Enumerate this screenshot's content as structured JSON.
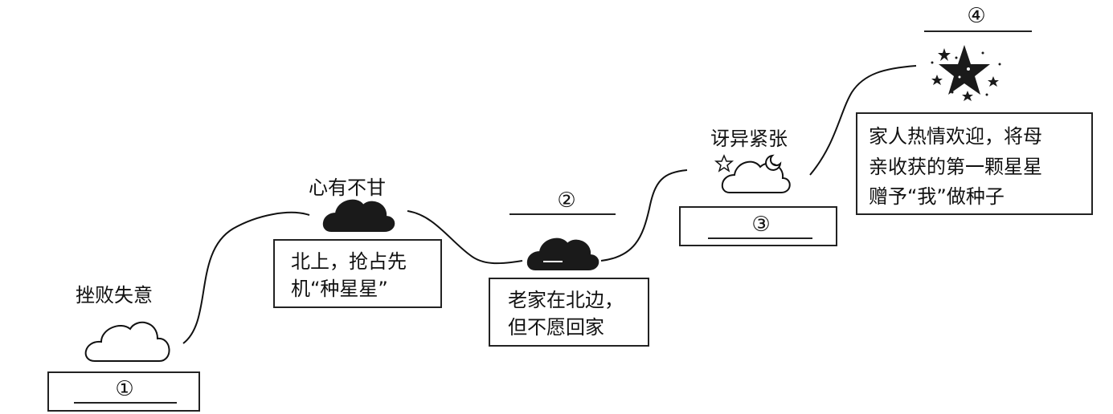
{
  "stages": [
    {
      "number": "①",
      "feeling": "挫败失意",
      "event": ""
    },
    {
      "number": "",
      "feeling": "心有不甘",
      "event_lines": [
        "北上，抢占先",
        "机“种星星”"
      ]
    },
    {
      "number": "②",
      "feeling": "",
      "event_lines": [
        "老家在北边，",
        "但不愿回家"
      ]
    },
    {
      "number": "③",
      "feeling": "讶异紧张",
      "event": ""
    },
    {
      "number": "④",
      "feeling": "",
      "event_lines": [
        "家人热情欢迎，将母",
        "亲收获的第一颗星星",
        "赠予“我”做种子"
      ]
    }
  ],
  "icons": {
    "stage1": "outline-cloud-icon",
    "stage2": "dark-cloud-icon",
    "stage3": "dark-cloud-icon",
    "stage4": "cloud-with-moon-and-star-icon",
    "stage5": "stars-icon"
  },
  "colors": {
    "ink": "#111111",
    "fill": "#1a1a1a"
  }
}
